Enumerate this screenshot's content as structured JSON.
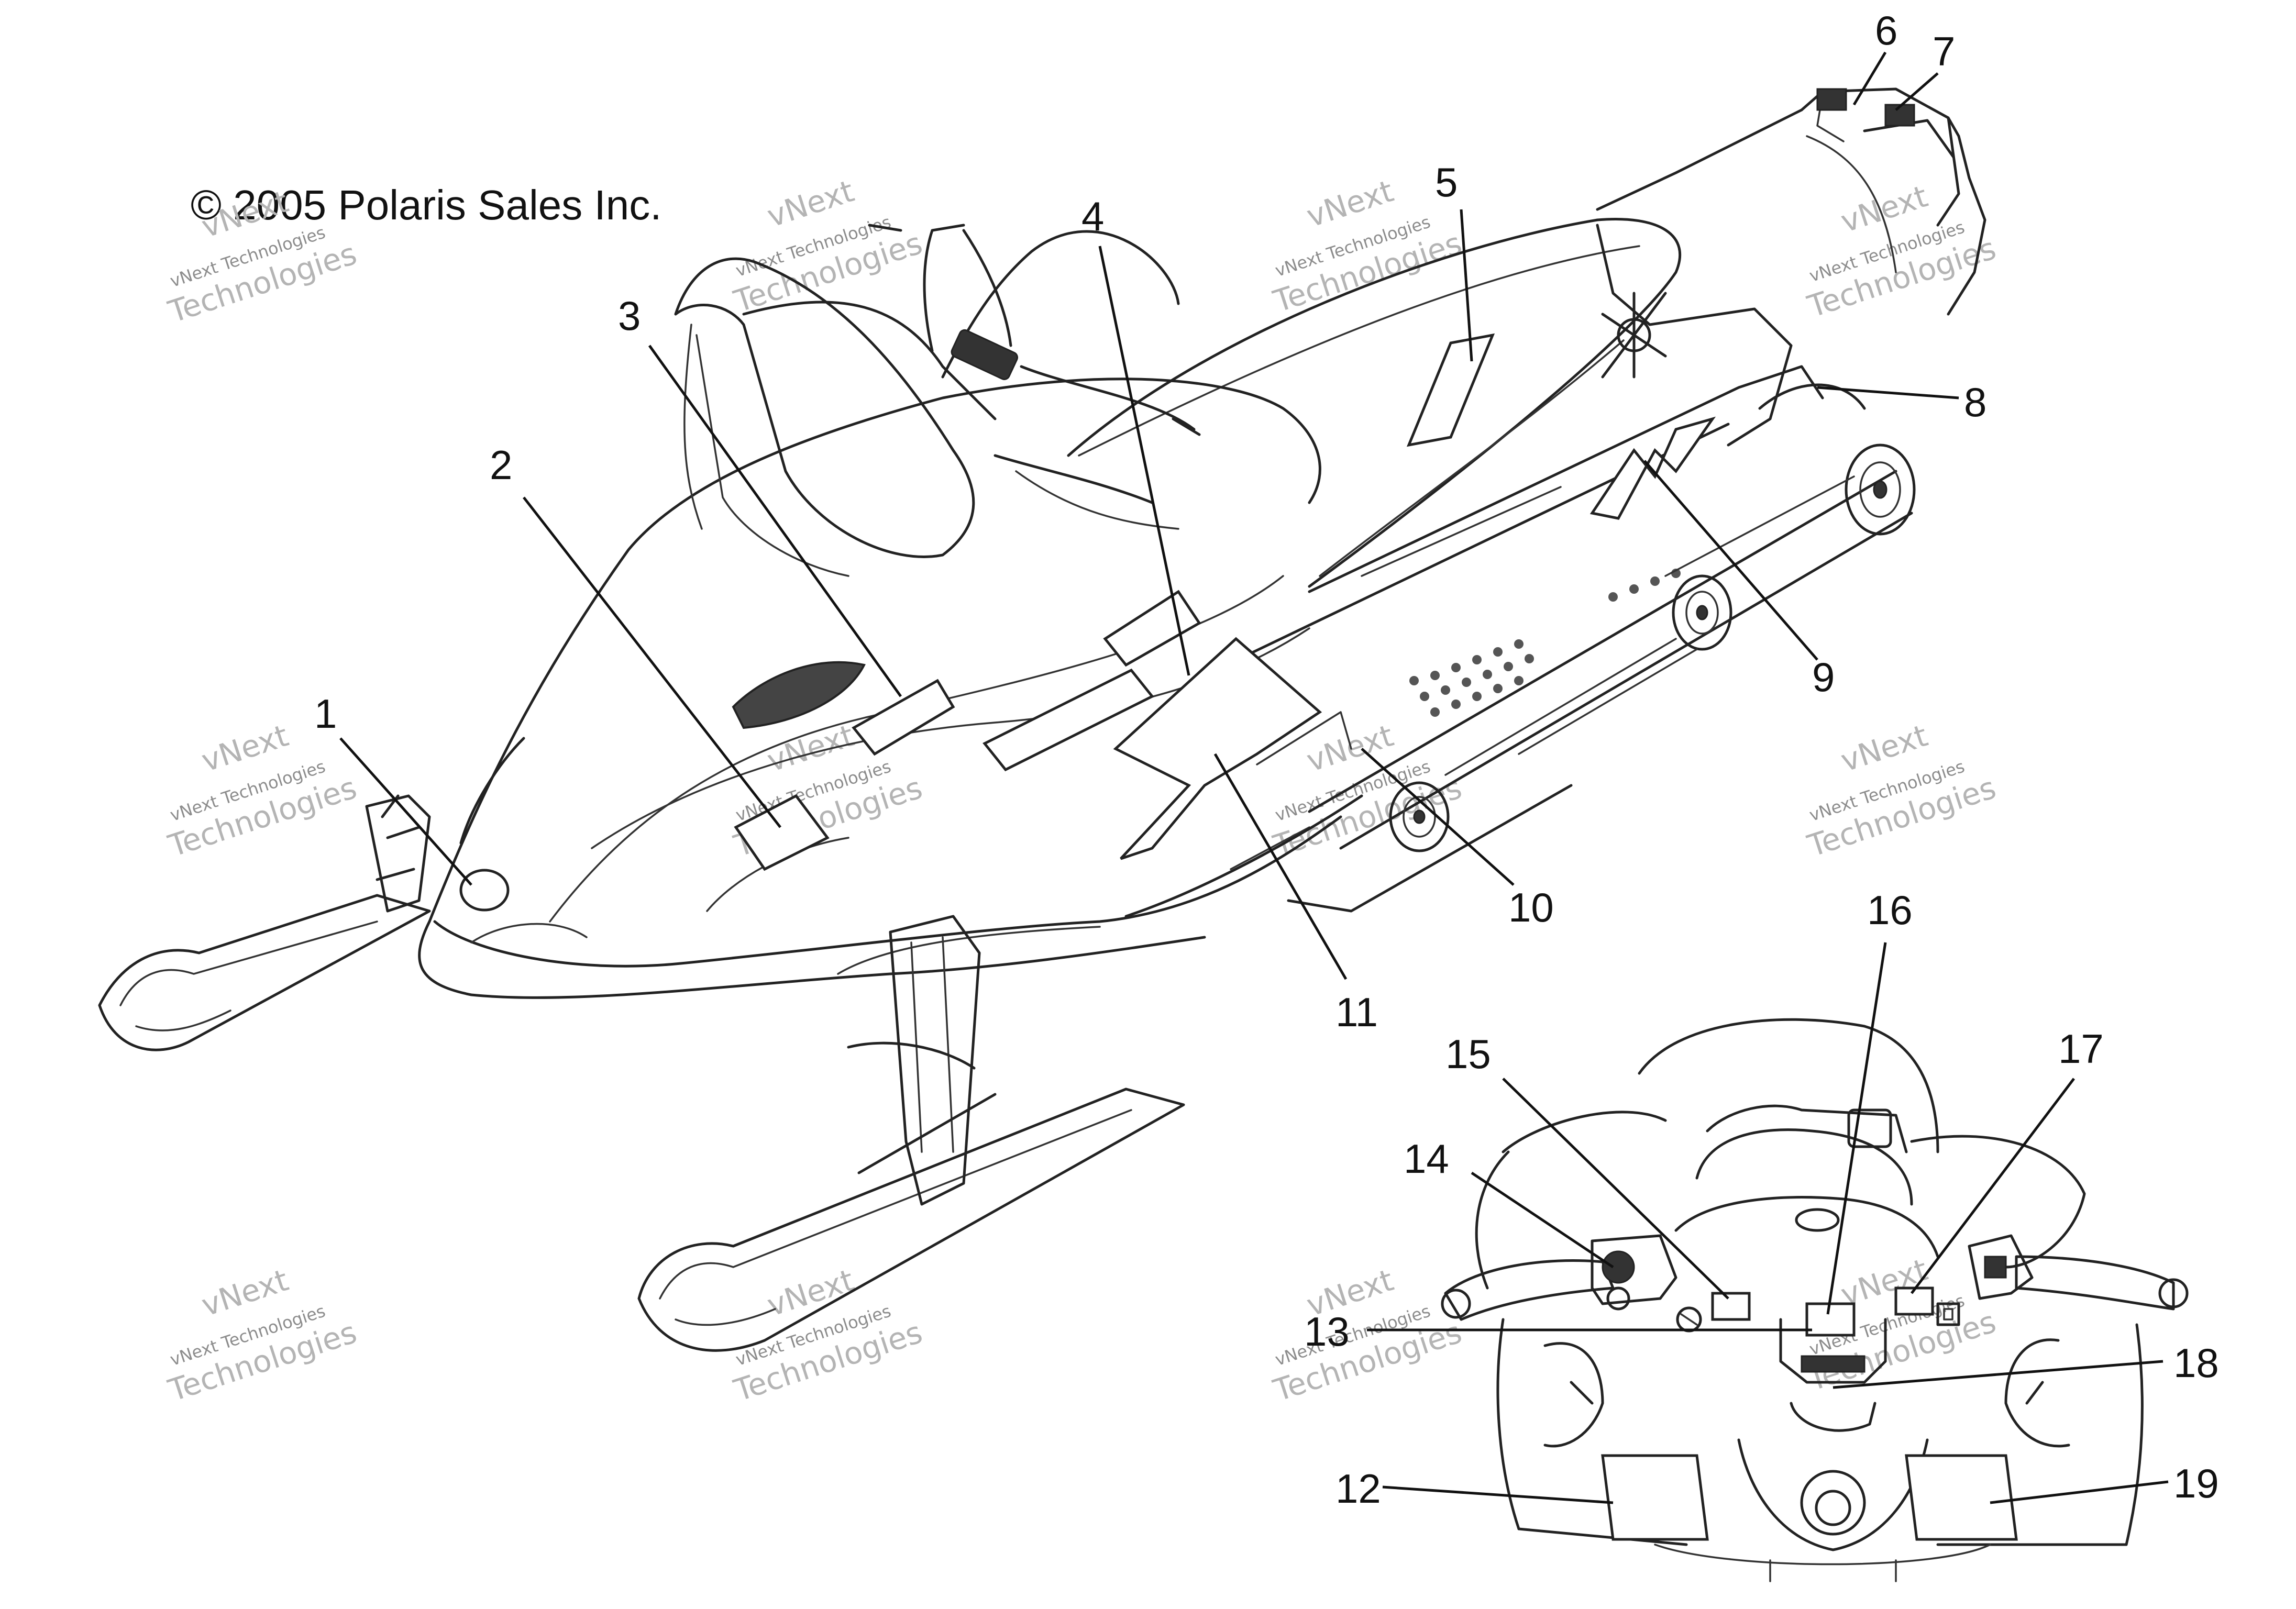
{
  "copyright": "© 2005 Polaris Sales Inc.",
  "watermark": {
    "line1": "vNext",
    "line2": "vNext Technologies",
    "line3": "Technologies"
  },
  "callouts": [
    "1",
    "2",
    "3",
    "4",
    "5",
    "6",
    "7",
    "8",
    "9",
    "10",
    "11",
    "12",
    "13",
    "14",
    "15",
    "16",
    "17",
    "18",
    "19"
  ],
  "colors": {
    "ink": "#222222",
    "watermark": "#b4b4b4",
    "background": "#ffffff"
  }
}
